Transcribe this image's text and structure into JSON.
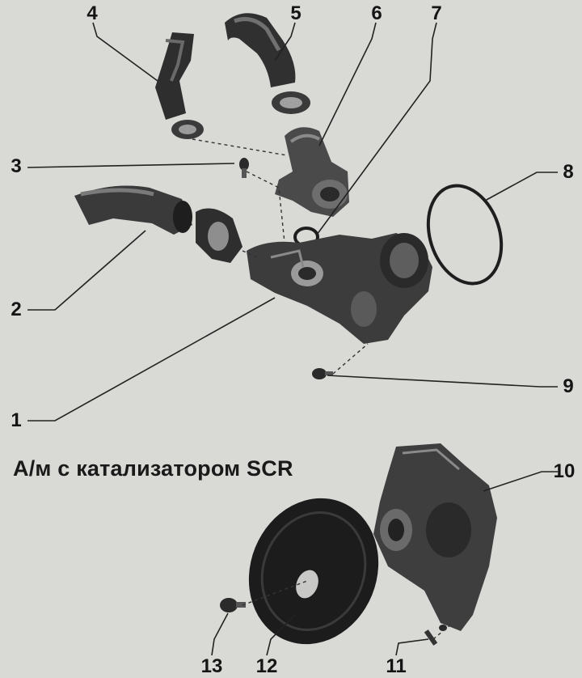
{
  "caption": "А/м с катализатором SCR",
  "callouts": {
    "c1": "1",
    "c2": "2",
    "c3": "3",
    "c4": "4",
    "c5": "5",
    "c6": "6",
    "c7": "7",
    "c8": "8",
    "c9": "9",
    "c10": "10",
    "c11": "11",
    "c12": "12",
    "c13": "13"
  },
  "colors": {
    "background": "#d9d9d6",
    "part_dark": "#2a2a2a",
    "part_mid": "#5a5a5a",
    "part_light": "#8a8a8a"
  }
}
